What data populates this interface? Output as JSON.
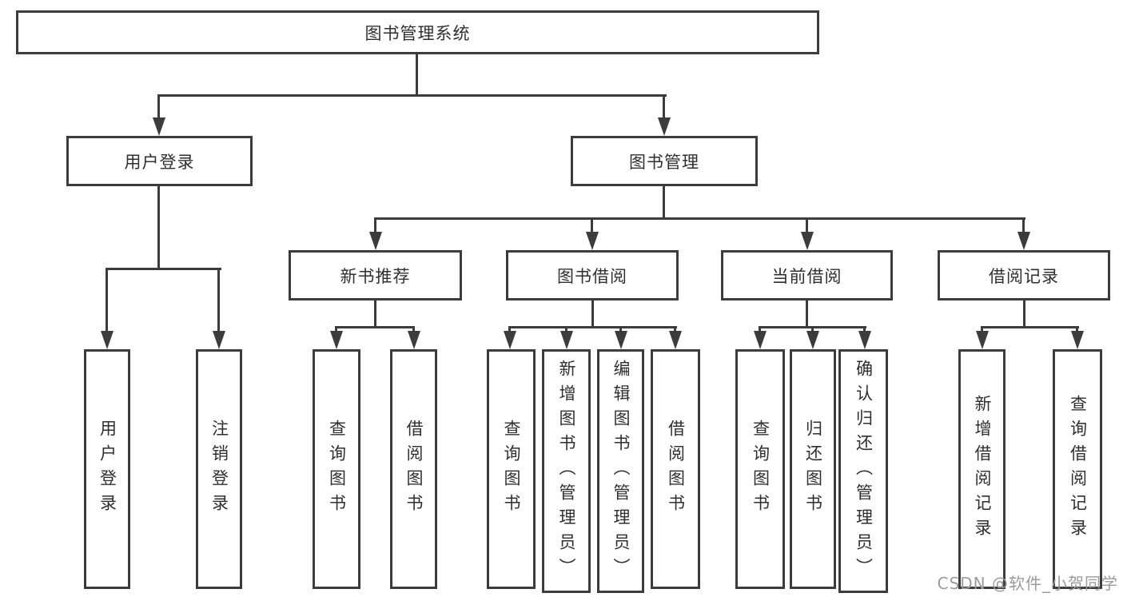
{
  "diagram": {
    "root": {
      "label": "图书管理系统"
    },
    "branches": [
      {
        "label": "用户登录",
        "children": [
          {
            "label": "用户登录"
          },
          {
            "label": "注销登录"
          }
        ]
      },
      {
        "label": "图书管理",
        "children": [
          {
            "label": "新书推荐",
            "children": [
              {
                "label": "查询图书"
              },
              {
                "label": "借阅图书"
              }
            ]
          },
          {
            "label": "图书借阅",
            "children": [
              {
                "label": "查询图书"
              },
              {
                "label": "新增图书（管理员）"
              },
              {
                "label": "编辑图书（管理员）"
              },
              {
                "label": "借阅图书"
              }
            ]
          },
          {
            "label": "当前借阅",
            "children": [
              {
                "label": "查询图书"
              },
              {
                "label": "归还图书"
              },
              {
                "label": "确认归还（管理员）"
              }
            ]
          },
          {
            "label": "借阅记录",
            "children": [
              {
                "label": "新增借阅记录"
              },
              {
                "label": "查询借阅记录"
              }
            ]
          }
        ]
      }
    ],
    "watermark": "CSDN @软件_小贺同学",
    "colors": {
      "line": "#3c3c3c",
      "text": "#2f2f2f",
      "watermark": "#9b9b9b",
      "background": "#ffffff"
    }
  }
}
